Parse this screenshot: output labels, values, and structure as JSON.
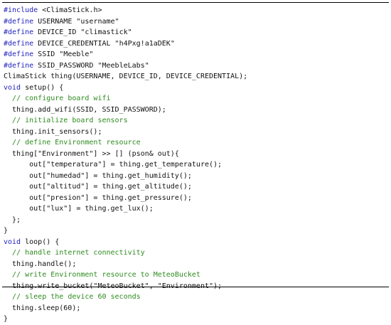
{
  "colors": {
    "keyword": "#1f1fbf",
    "comment": "#2e8b1f",
    "text": "#111111",
    "rule": "#000000"
  },
  "lines": [
    [
      {
        "t": "#include",
        "k": "kw"
      },
      {
        "t": " <ClimaStick.h>",
        "k": "pl"
      }
    ],
    [
      {
        "t": "#define",
        "k": "kw"
      },
      {
        "t": " USERNAME \"username\"",
        "k": "pl"
      }
    ],
    [
      {
        "t": "#define",
        "k": "kw"
      },
      {
        "t": " DEVICE_ID \"climastick\"",
        "k": "pl"
      }
    ],
    [
      {
        "t": "#define",
        "k": "kw"
      },
      {
        "t": " DEVICE_CREDENTIAL \"h4Pxg!a1aDEK\"",
        "k": "pl"
      }
    ],
    [
      {
        "t": "#define",
        "k": "kw"
      },
      {
        "t": " SSID \"Meeble\"",
        "k": "pl"
      }
    ],
    [
      {
        "t": "#define",
        "k": "kw"
      },
      {
        "t": " SSID_PASSWORD \"MeebleLabs\"",
        "k": "pl"
      }
    ],
    [
      {
        "t": "ClimaStick thing(USERNAME, DEVICE_ID, DEVICE_CREDENTIAL);",
        "k": "pl"
      }
    ],
    [
      {
        "t": "void",
        "k": "kw"
      },
      {
        "t": " setup() {",
        "k": "pl"
      }
    ],
    [
      {
        "t": "  ",
        "k": "pl"
      },
      {
        "t": "// configure board wifi",
        "k": "cm"
      }
    ],
    [
      {
        "t": "  thing.add_wifi(SSID, SSID_PASSWORD);",
        "k": "pl"
      }
    ],
    [
      {
        "t": "  ",
        "k": "pl"
      },
      {
        "t": "// initialize board sensors",
        "k": "cm"
      }
    ],
    [
      {
        "t": "  thing.init_sensors();",
        "k": "pl"
      }
    ],
    [
      {
        "t": "  ",
        "k": "pl"
      },
      {
        "t": "// define Environment resource",
        "k": "cm"
      }
    ],
    [
      {
        "t": "  thing[\"Environment\"] >> [] (pson& out){",
        "k": "pl"
      }
    ],
    [
      {
        "t": "      out[\"temperatura\"] = thing.get_temperature();",
        "k": "pl"
      }
    ],
    [
      {
        "t": "      out[\"humedad\"] = thing.get_humidity();",
        "k": "pl"
      }
    ],
    [
      {
        "t": "      out[\"altitud\"] = thing.get_altitude();",
        "k": "pl"
      }
    ],
    [
      {
        "t": "      out[\"presion\"] = thing.get_pressure();",
        "k": "pl"
      }
    ],
    [
      {
        "t": "      out[\"lux\"] = thing.get_lux();",
        "k": "pl"
      }
    ],
    [
      {
        "t": "  };",
        "k": "pl"
      }
    ],
    [
      {
        "t": "}",
        "k": "pl"
      }
    ],
    [
      {
        "t": "void",
        "k": "kw"
      },
      {
        "t": " loop() {",
        "k": "pl"
      }
    ],
    [
      {
        "t": "  ",
        "k": "pl"
      },
      {
        "t": "// handle internet connectivity",
        "k": "cm"
      }
    ],
    [
      {
        "t": "  thing.handle();",
        "k": "pl"
      }
    ],
    [
      {
        "t": "  ",
        "k": "pl"
      },
      {
        "t": "// write Environment resource to MeteoBucket",
        "k": "cm"
      }
    ],
    [
      {
        "t": "  thing.write_bucket(\"MeteoBucket\", \"Environment\");",
        "k": "pl"
      }
    ],
    [
      {
        "t": "  ",
        "k": "pl"
      },
      {
        "t": "// sleep the device 60 seconds",
        "k": "cm"
      }
    ],
    [
      {
        "t": "  thing.sleep(60);",
        "k": "pl"
      }
    ],
    [
      {
        "t": "}",
        "k": "pl"
      }
    ]
  ]
}
